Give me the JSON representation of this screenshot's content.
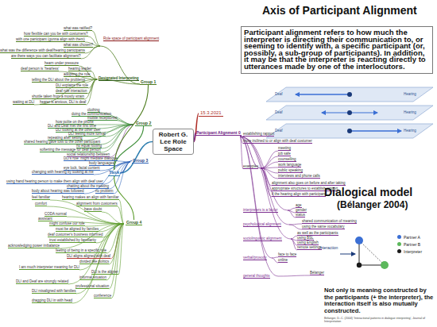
{
  "diagram": {
    "title": "Axis of Participant Alignment",
    "nodes": [
      {
        "text": [
          "Robert G. Lee Role Space"
        ]
      },
      {
        "text": [
          "15.3.2021"
        ]
      },
      {
        "text": [
          "Participant Alignment 0"
        ]
      },
      {
        "text": [
          "Task"
        ]
      },
      {
        "text": [
          "Group 1"
        ]
      },
      {
        "text": [
          "Group 2"
        ]
      },
      {
        "text": [
          "Group 3"
        ]
      },
      {
        "text": [
          "Group 4"
        ]
      },
      {
        "text": [
          "Participant alignment refers to how much the interpreter is directing their communication to, or seeming to identify with, a specific participant (or, possibly, a sub-group of participants). In addition, it may be that the interpreter is reacting directly to utterances made by one of the interlocutors."
        ]
      }
    ],
    "edges": [
      {
        "from": 0,
        "to": 1,
        "arrow": "none"
      },
      {
        "from": 0,
        "to": 2,
        "arrow": "none"
      },
      {
        "from": 0,
        "to": 3,
        "arrow": "none"
      },
      {
        "from": 3,
        "to": 4,
        "arrow": "none"
      },
      {
        "from": 3,
        "to": 5,
        "arrow": "none"
      },
      {
        "from": 3,
        "to": 6,
        "arrow": "none"
      },
      {
        "from": 3,
        "to": 7,
        "arrow": "none"
      }
    ],
    "labels": [
      "what was ratified?",
      "how flexible can you be with costumers?",
      "with one participant (gonna align with them)",
      "what was chosen?",
      "Role space of participant alignment",
      "what was the difference with deaf/hearing participants",
      "are there ways you can facilitate alignment?",
      "hearn under pressure",
      "hearing leader",
      "deaf person is 'hearless'",
      "adopting the role",
      "telling the DLI about the problems",
      "DLI explains the role",
      "deaf role interaction",
      "shuttle taken from a mostly strain",
      "waiting at DLI",
      "hearer is anxious, DLI is deaf",
      "Designated Interpreting",
      "clothing",
      "doing the communication",
      "mobile receptionist",
      "how polite on the phone",
      "DLI and Deaf met the first time",
      "DLI looking at the other user",
      "DLI feeling more formal",
      "repeating after setting",
      "shared hearing gave loss to the other participant",
      "no equal footing",
      "softening the message for deaf person",
      "social relationship between",
      "DLI's role: might mediate dialogue",
      "body languages",
      "eye lock, facial content",
      "changing with hearing by looking at me",
      "using hand hearing person to make them align with deaf user",
      "chatting about the meeting",
      "body about hearing was followed",
      "no problem",
      "feel familiar",
      "hearing makes an align with familiar",
      "comfort",
      "alignment from customers",
      "have doubt",
      "CODA normal",
      "assistant",
      "might confuse our role",
      "must be aligned by families",
      "deaf customer's business informed",
      "trust established by familiarity",
      "acknowledging power imbalance",
      "feeling of being in a specific role",
      "DLI aligns aligned with deaf",
      "divided like politics",
      "I am much interpreter meaning for DLI",
      "DLI is the aligner",
      "informal situation",
      "DLI and Deaf are strongly related",
      "professional situation",
      "DLI misaligned with families",
      "conference",
      "dragging DLI in with head",
      "establishing rapport",
      "more inclined to or align with deaf costumer",
      "examples",
      "meeting",
      "job safe",
      "counselling",
      "work language",
      "public speaking",
      "interviews and phone calls",
      "alignment also goes on before and after taking",
      "appropriate structures to establish rapport",
      "if the hearing align with participant",
      "interpreters is a factor",
      "age",
      "gender",
      "status",
      "psychological alignment",
      "shared communication of meaning",
      "using the same vocabulary",
      "sociolinguistic alignment",
      "as well as the participants",
      "using BSL",
      "using English",
      "remote settings",
      "verbal/prosody",
      "face to face",
      "online",
      "general thoughts",
      "Bélanger",
      "Deaf",
      "Hearing",
      "Deaf",
      "Hearing",
      "Deaf",
      "Hearing",
      "Dialogical model",
      "(Bélanger 2004)",
      "Interaction",
      "Not only is meaning constructed by the participants (+ the interpreter), the interaction itself is also mutually constructed.",
      "Bélanger, D.-C. (2004) 'Interactional patterns in dialogue interpreting', Journal of Interpretation"
    ],
    "legend": [
      {
        "text": "Partner A",
        "color": "#3b6fd4"
      },
      {
        "text": "Partner B",
        "color": "#5cb85c"
      },
      {
        "text": "Interpreter",
        "color": "#1a1a1a"
      }
    ]
  }
}
